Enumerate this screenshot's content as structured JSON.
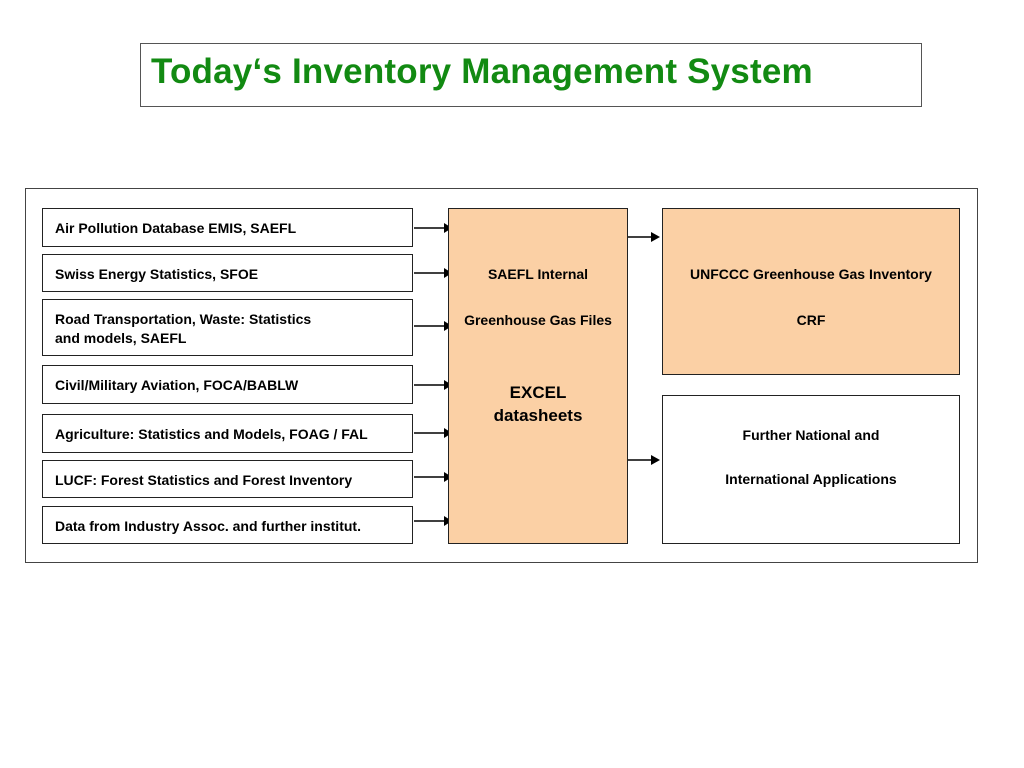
{
  "title": "Today‘s Inventory Management System",
  "sources": [
    {
      "line1": "Air Pollution Database EMIS, SAEFL",
      "line2": ""
    },
    {
      "line1": "Swiss Energy Statistics, SFOE",
      "line2": ""
    },
    {
      "line1": "Road Transportation, Waste: Statistics",
      "line2": "and models, SAEFL"
    },
    {
      "line1": "Civil/Military Aviation, FOCA/BABLW",
      "line2": ""
    },
    {
      "line1": "Agriculture: Statistics and Models, FOAG / FAL",
      "line2": ""
    },
    {
      "line1": "LUCF: Forest Statistics and Forest Inventory",
      "line2": ""
    },
    {
      "line1": "Data from Industry Assoc. and further institut.",
      "line2": ""
    }
  ],
  "hub": {
    "line1": "SAEFL Internal",
    "line2": "Greenhouse Gas Files",
    "big1": "EXCEL",
    "big2": "datasheets"
  },
  "outputs": {
    "unfccc": {
      "line1": "UNFCCC Greenhouse Gas Inventory",
      "line2": "CRF"
    },
    "further": {
      "line1": "Further National and",
      "line2": "International Applications"
    }
  },
  "colors": {
    "title": "#128a12",
    "hub_fill": "#fbd0a5",
    "output_fill": "#fbd0a5"
  }
}
